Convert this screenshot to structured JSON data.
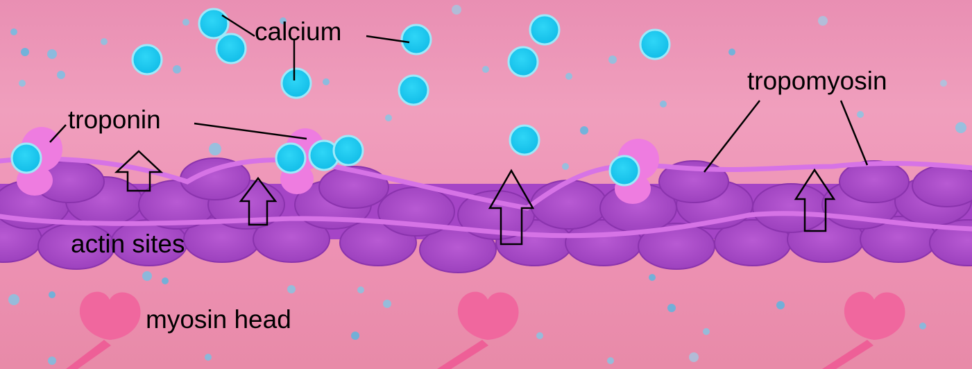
{
  "labels": {
    "calcium": "calcium",
    "troponin": "troponin",
    "tropomyosin": "tropomyosin",
    "actin_sites": "actin sites",
    "myosin_head": "myosin head"
  },
  "colors": {
    "background": "#f09fbd",
    "calcium": "#16c9ef",
    "troponin": "#ee7ce0",
    "actin": "#b04fcc",
    "tropomyosin": "#d673e6",
    "myosin": "#f0679e",
    "arrow_outline": "#000000"
  }
}
